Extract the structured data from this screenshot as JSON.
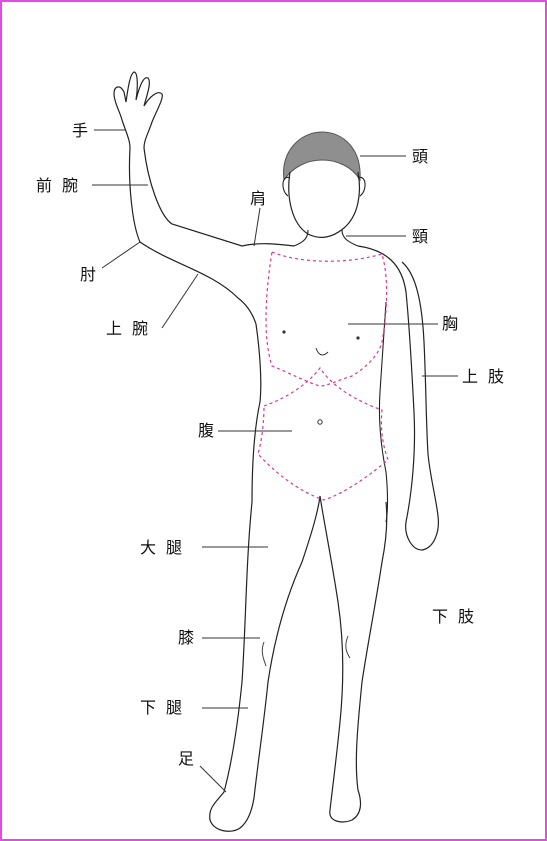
{
  "diagram": {
    "border_color": "#e34ce3",
    "region_outline_color": "#d63c8c",
    "hair_color": "#8f8f8f",
    "line_color": "#222222",
    "labels": {
      "hand": "手",
      "forearm": "前腕",
      "elbow": "肘",
      "upper_arm": "上腕",
      "shoulder": "肩",
      "head": "頭",
      "neck": "頸",
      "chest": "胸",
      "upper_limb": "上肢",
      "abdomen": "腹",
      "thigh": "大腿",
      "knee": "膝",
      "lower_leg": "下腿",
      "foot": "足",
      "lower_limb": "下肢"
    }
  }
}
